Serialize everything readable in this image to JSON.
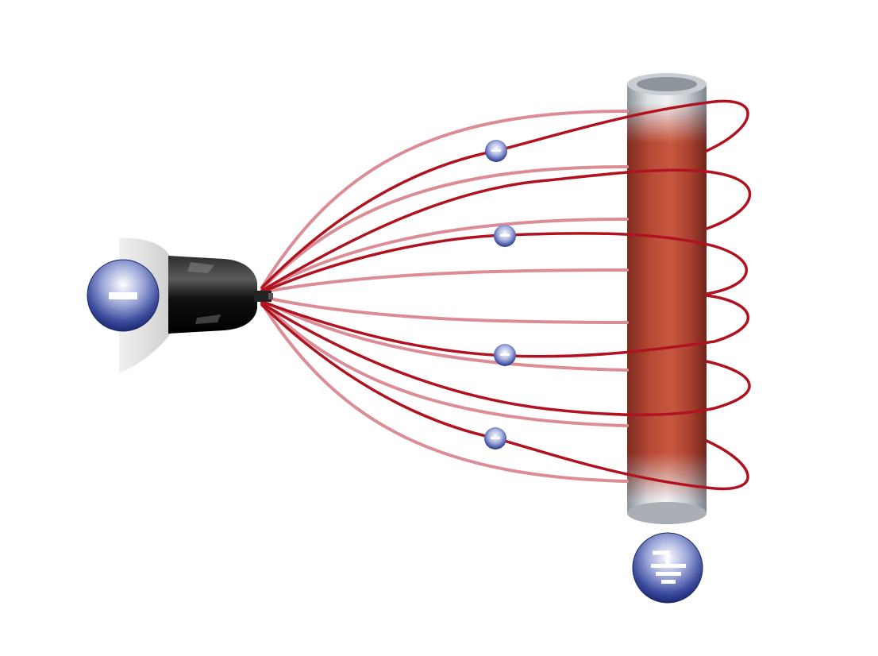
{
  "diagram": {
    "description_visible_text": [],
    "components": {
      "spray_gun": {
        "icon": "spray-nozzle-icon",
        "charge": "negative"
      },
      "gun_charge_badge": {
        "icon": "minus-sign-icon"
      },
      "workpiece": {
        "icon": "grounded-pipe-icon"
      },
      "ground_badge": {
        "icon": "ground-symbol-icon"
      },
      "particles": [
        {
          "icon": "negative-particle-icon"
        },
        {
          "icon": "negative-particle-icon"
        },
        {
          "icon": "negative-particle-icon"
        },
        {
          "icon": "negative-particle-icon"
        }
      ],
      "field_lines": {
        "count_light": 8,
        "count_dark": 6
      }
    },
    "colors": {
      "badge_blue": "#2a3a8c",
      "field_line_dark": "#b0121f",
      "field_line_light": "#dc8c94",
      "pipe_coating": "#b84a36",
      "pipe_metal": "#b8bcc2",
      "gun_body": "#111111"
    }
  }
}
